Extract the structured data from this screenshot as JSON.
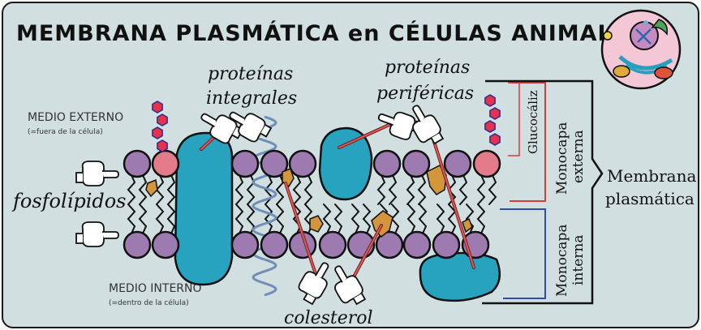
{
  "title": "MEMBRANA PLASMÁTICA en CÉLULAS ANIMALES",
  "labels": {
    "medio_externo": "MEDIO EXTERNO",
    "medio_externo_note": "(=fuera de la célula)",
    "medio_interno": "MEDIO INTERNO",
    "medio_interno_note": "(=dentro de la célula)",
    "proteinas_integrales_1": "proteínas",
    "proteinas_integrales_2": "integrales",
    "proteinas_perifericas_1": "proteínas",
    "proteinas_perifericas_2": "periféricas",
    "fosfolipidos": "fosfolípidos",
    "colesterol": "colesterol",
    "glucocaliz": "Glucocáliz",
    "monocapa_externa_1": "Monocapa",
    "monocapa_externa_2": "externa",
    "monocapa_interna_1": "Monocapa",
    "monocapa_interna_2": "interna",
    "membrana_1": "Membrana",
    "membrana_2": "plasmática"
  },
  "colors": {
    "background": "#d2dfe0",
    "phospholipid_head": "#9d7bb0",
    "protein": "#27a3c0",
    "cholesterol": "#d4963a",
    "glycolipid_head": "#e37b8a",
    "sugar": "#e6334d",
    "bracket_red": "#d63c3c",
    "bracket_blue": "#2f4da8",
    "cell_icon_bg": "#f3c7d6"
  }
}
